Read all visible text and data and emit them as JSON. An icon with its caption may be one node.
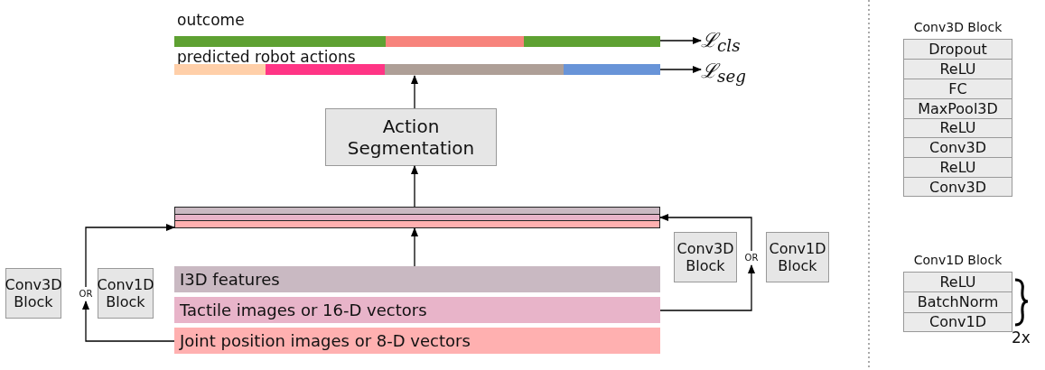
{
  "diagram": {
    "nodes": [
      {
        "text": [
          "outcome"
        ]
      },
      {
        "text": [
          "predicted robot actions"
        ]
      },
      {
        "text": [
          "Action Segmentation"
        ]
      },
      {
        "text": [],
        "shape": "bar"
      },
      {
        "text": [
          "Conv3D Block"
        ]
      },
      {
        "text": [
          "OR"
        ]
      },
      {
        "text": [
          "Conv1D Block"
        ]
      },
      {
        "text": [
          "Conv3D Block"
        ]
      },
      {
        "text": [
          "OR"
        ]
      },
      {
        "text": [
          "Conv1D Block"
        ]
      },
      {
        "text": [
          "I3D features"
        ]
      },
      {
        "text": [
          "Tactile images or 16-D vectors"
        ]
      },
      {
        "text": [
          "Joint position images or 8-D vectors"
        ]
      },
      {
        "text": [
          "ℒ$_{cls}$"
        ]
      },
      {
        "text": [
          "ℒ$_{seg}$"
        ]
      },
      {
        "text": [
          "Conv3D Block"
        ]
      },
      {
        "text": [
          "Dropout"
        ],
        "in": 15
      },
      {
        "text": [
          "ReLU"
        ],
        "in": 15
      },
      {
        "text": [
          "FC"
        ],
        "in": 15
      },
      {
        "text": [
          "MaxPool3D"
        ],
        "in": 15
      },
      {
        "text": [
          "ReLU"
        ],
        "in": 15
      },
      {
        "text": [
          "Conv3D"
        ],
        "in": 15
      },
      {
        "text": [
          "ReLU"
        ],
        "in": 15
      },
      {
        "text": [
          "Conv3D"
        ],
        "in": 15
      },
      {
        "text": [
          "Conv1D Block"
        ]
      },
      {
        "text": [
          "ReLU"
        ],
        "in": 24
      },
      {
        "text": [
          "BatchNorm"
        ],
        "in": 24
      },
      {
        "text": [
          "Conv1D"
        ],
        "in": 24
      }
    ],
    "edges": [
      {
        "from": 0,
        "to": 13,
        "arrow": "to"
      },
      {
        "from": 1,
        "to": 14,
        "arrow": "to"
      },
      {
        "from": 2,
        "to": 1,
        "arrow": "to"
      },
      {
        "from": 3,
        "to": 2,
        "arrow": "to"
      },
      {
        "from": 10,
        "to": 3,
        "arrow": "to"
      },
      {
        "from": 12,
        "to": 5,
        "arrow": "to"
      },
      {
        "from": 5,
        "to": 3,
        "arrow": "to"
      },
      {
        "from": 11,
        "to": 8,
        "arrow": "to"
      },
      {
        "from": 8,
        "to": 3,
        "arrow": "to"
      }
    ],
    "labels": [
      "2x"
    ]
  }
}
